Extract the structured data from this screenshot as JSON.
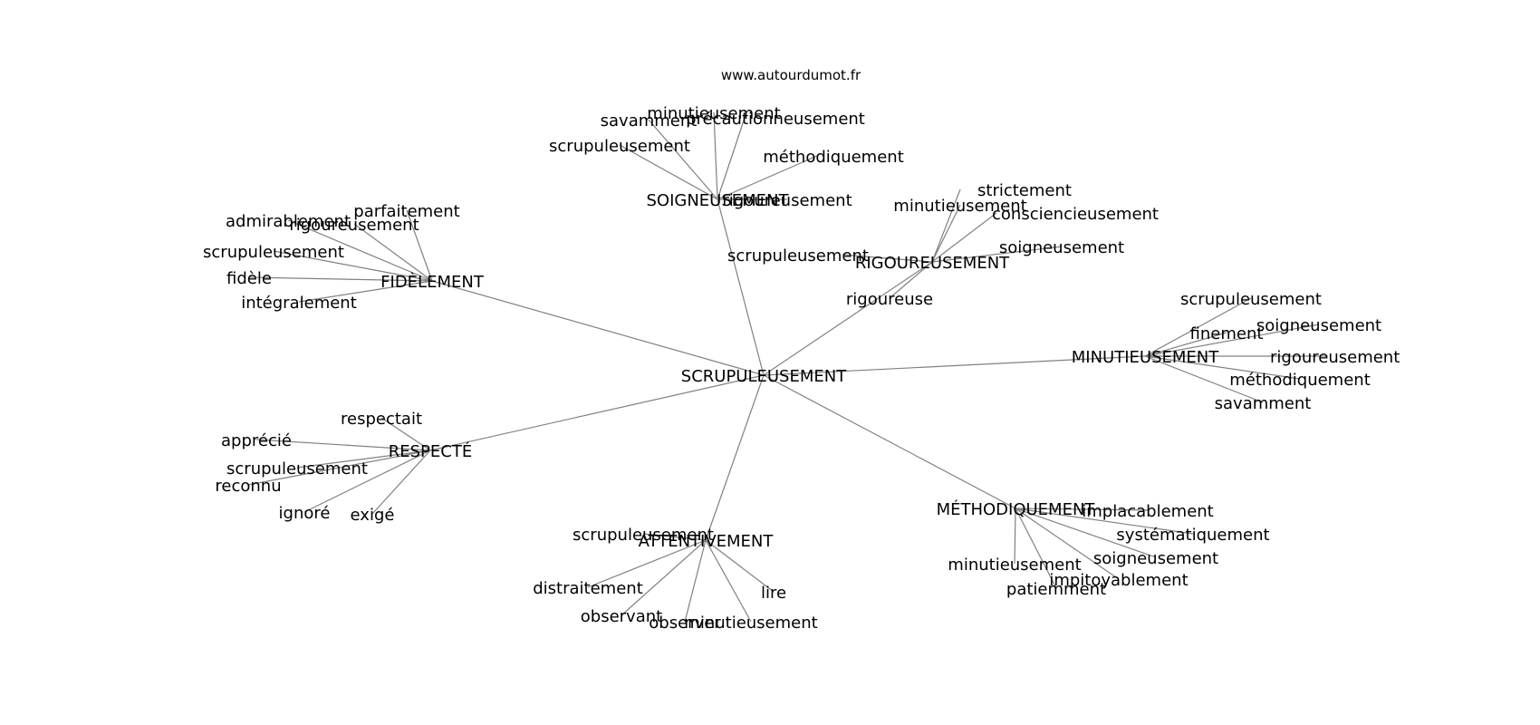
{
  "watermark": "www.autourdumot.fr",
  "graph": {
    "center": "SCRUPULEUSEMENT",
    "clusters": [
      {
        "hub": "SOIGNEUSEMENT",
        "terms": [
          "savamment",
          "minutieusement",
          "précautionneusement",
          "scrupuleusement",
          "méthodiquement",
          "rigoureusement"
        ]
      },
      {
        "hub": "RIGOUREUSEMENT",
        "terms": [
          "strictement",
          "minutieusement",
          "consciencieusement",
          "soigneusement",
          "scrupuleusement",
          "rigoureuse"
        ]
      },
      {
        "hub": "FIDÈLEMENT",
        "terms": [
          "admirablement",
          "parfaitement",
          "rigoureusement",
          "scrupuleusement",
          "fidèle",
          "intégralement"
        ]
      },
      {
        "hub": "MINUTIEUSEMENT",
        "terms": [
          "scrupuleusement",
          "finement",
          "soigneusement",
          "rigoureusement",
          "méthodiquement",
          "savamment"
        ]
      },
      {
        "hub": "RESPECTÉ",
        "terms": [
          "respectait",
          "apprécié",
          "scrupuleusement",
          "reconnu",
          "ignoré",
          "exigé"
        ]
      },
      {
        "hub": "ATTENTIVEMENT",
        "terms": [
          "scrupuleusement",
          "distraitement",
          "lire",
          "observant",
          "observer",
          "minutieusement"
        ]
      },
      {
        "hub": "MÉTHODIQUEMENT",
        "terms": [
          "implacablement",
          "systématiquement",
          "soigneusement",
          "minutieusement",
          "impitoyablement",
          "patiemment"
        ]
      }
    ]
  }
}
